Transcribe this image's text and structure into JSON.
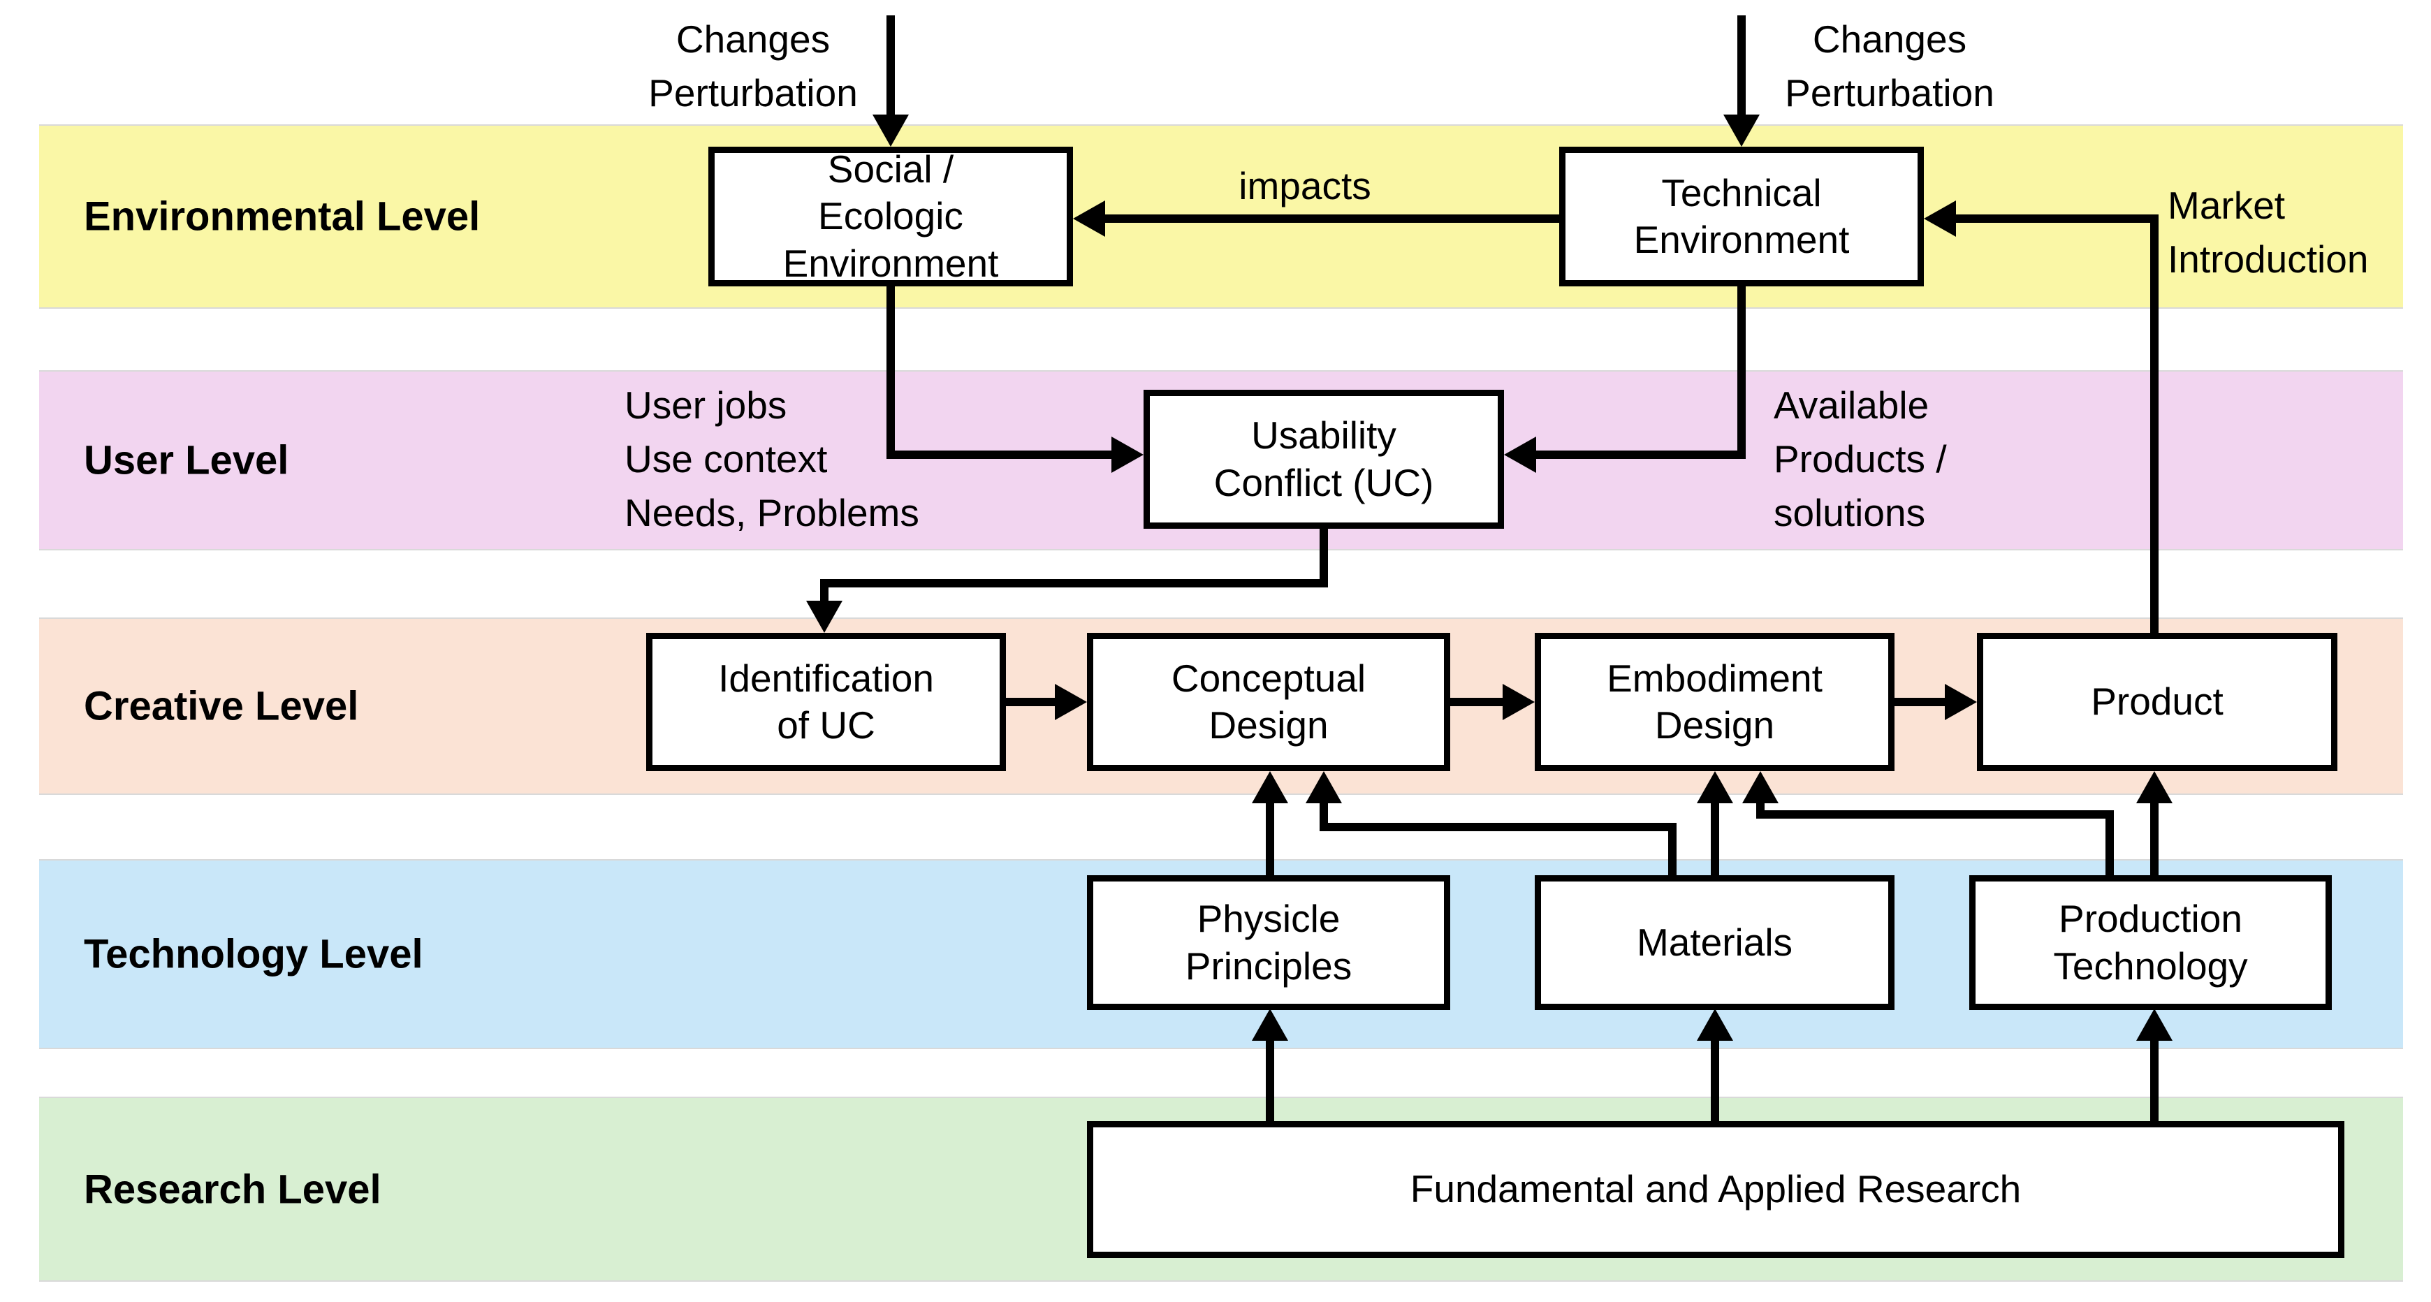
{
  "bands": [
    {
      "label": "Environmental Level",
      "color": "#faf7a6"
    },
    {
      "label": "User Level",
      "color": "#f2d5f0"
    },
    {
      "label": "Creative Level",
      "color": "#fbe3d5"
    },
    {
      "label": "Technology Level",
      "color": "#c9e7f9"
    },
    {
      "label": "Research Level",
      "color": "#d8efd2"
    }
  ],
  "boxes": {
    "social": "Social /\nEcologic\nEnvironment",
    "technical": "Technical\nEnvironment",
    "usability": "Usability\nConflict (UC)",
    "identification": "Identification\nof UC",
    "conceptual": "Conceptual\nDesign",
    "embodiment": "Embodiment\nDesign",
    "product": "Product",
    "physicle": "Physicle\nPrinciples",
    "materials": "Materials",
    "production": "Production\nTechnology",
    "research": "Fundamental and Applied Research"
  },
  "annotations": {
    "changes_left": "Changes\nPerturbation",
    "changes_right": "Changes\nPerturbation",
    "impacts": "impacts",
    "market": "Market\nIntroduction",
    "user_inputs": "User jobs\nUse context\nNeeds, Problems",
    "available": "Available\nProducts /\nsolutions"
  },
  "line_color": "#000000",
  "box_border_color": "#000000",
  "background_color": "#ffffff"
}
